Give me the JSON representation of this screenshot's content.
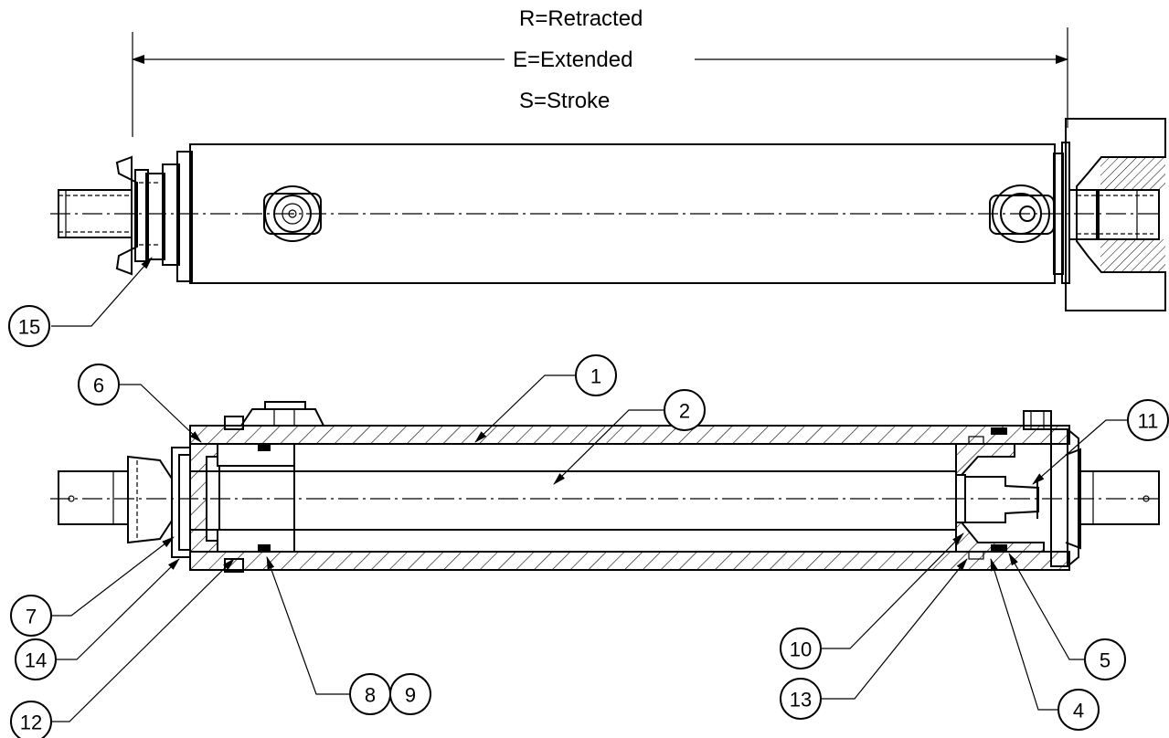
{
  "dimension": {
    "retracted": "R=Retracted",
    "extended": "E=Extended",
    "stroke": "S=Stroke"
  },
  "callouts": [
    {
      "id": "c1",
      "label": "1"
    },
    {
      "id": "c2",
      "label": "2"
    },
    {
      "id": "c4",
      "label": "4"
    },
    {
      "id": "c5",
      "label": "5"
    },
    {
      "id": "c6",
      "label": "6"
    },
    {
      "id": "c7",
      "label": "7"
    },
    {
      "id": "c8",
      "label": "8"
    },
    {
      "id": "c9",
      "label": "9"
    },
    {
      "id": "c10",
      "label": "10"
    },
    {
      "id": "c11",
      "label": "11"
    },
    {
      "id": "c12",
      "label": "12"
    },
    {
      "id": "c13",
      "label": "13"
    },
    {
      "id": "c14",
      "label": "14"
    },
    {
      "id": "c15",
      "label": "15"
    }
  ]
}
